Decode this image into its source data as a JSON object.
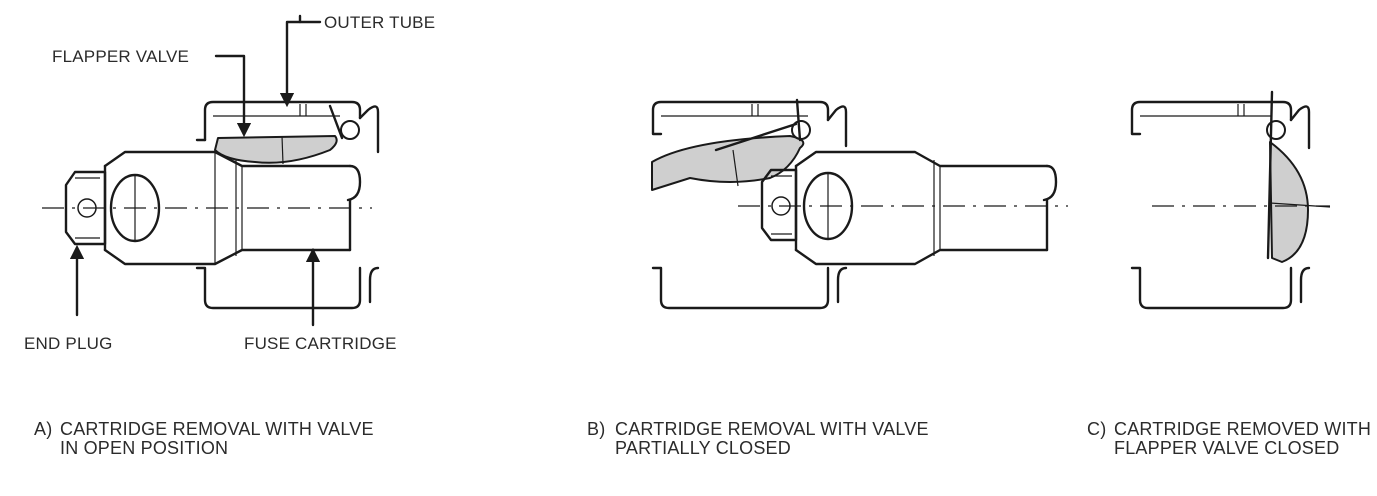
{
  "labels": {
    "outer_tube": "OUTER TUBE",
    "flapper_valve": "FLAPPER VALVE",
    "end_plug": "END PLUG",
    "fuse_cartridge": "FUSE CARTRIDGE"
  },
  "captions": {
    "a": {
      "letter": "A)",
      "line1": "CARTRIDGE REMOVAL WITH VALVE",
      "line2": "IN OPEN POSITION"
    },
    "b": {
      "letter": "B)",
      "line1": "CARTRIDGE REMOVAL WITH VALVE",
      "line2": "PARTIALLY CLOSED"
    },
    "c": {
      "letter": "C)",
      "line1": "CARTRIDGE REMOVED WITH",
      "line2": "FLAPPER VALVE CLOSED"
    }
  }
}
